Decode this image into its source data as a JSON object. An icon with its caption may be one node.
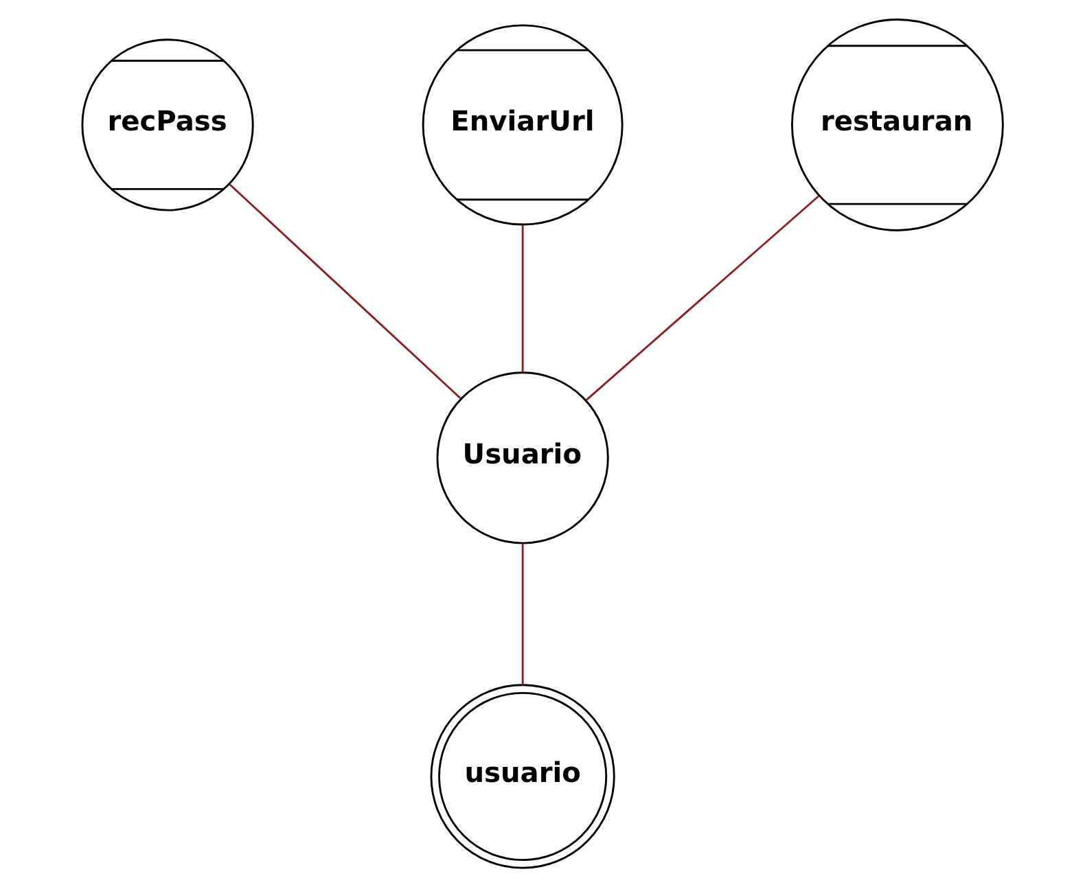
{
  "diagram": {
    "nodes": [
      {
        "text": [
          "recPass"
        ]
      },
      {
        "text": [
          "EnviarUrl"
        ]
      },
      {
        "text": [
          "restauran"
        ]
      },
      {
        "text": [
          "Usuario"
        ]
      },
      {
        "text": [
          "usuario"
        ]
      }
    ],
    "edges": [
      {
        "from": 0,
        "to": 3,
        "arrow": "none"
      },
      {
        "from": 1,
        "to": 3,
        "arrow": "none"
      },
      {
        "from": 2,
        "to": 3,
        "arrow": "none"
      },
      {
        "from": 3,
        "to": 4,
        "arrow": "none"
      }
    ]
  }
}
